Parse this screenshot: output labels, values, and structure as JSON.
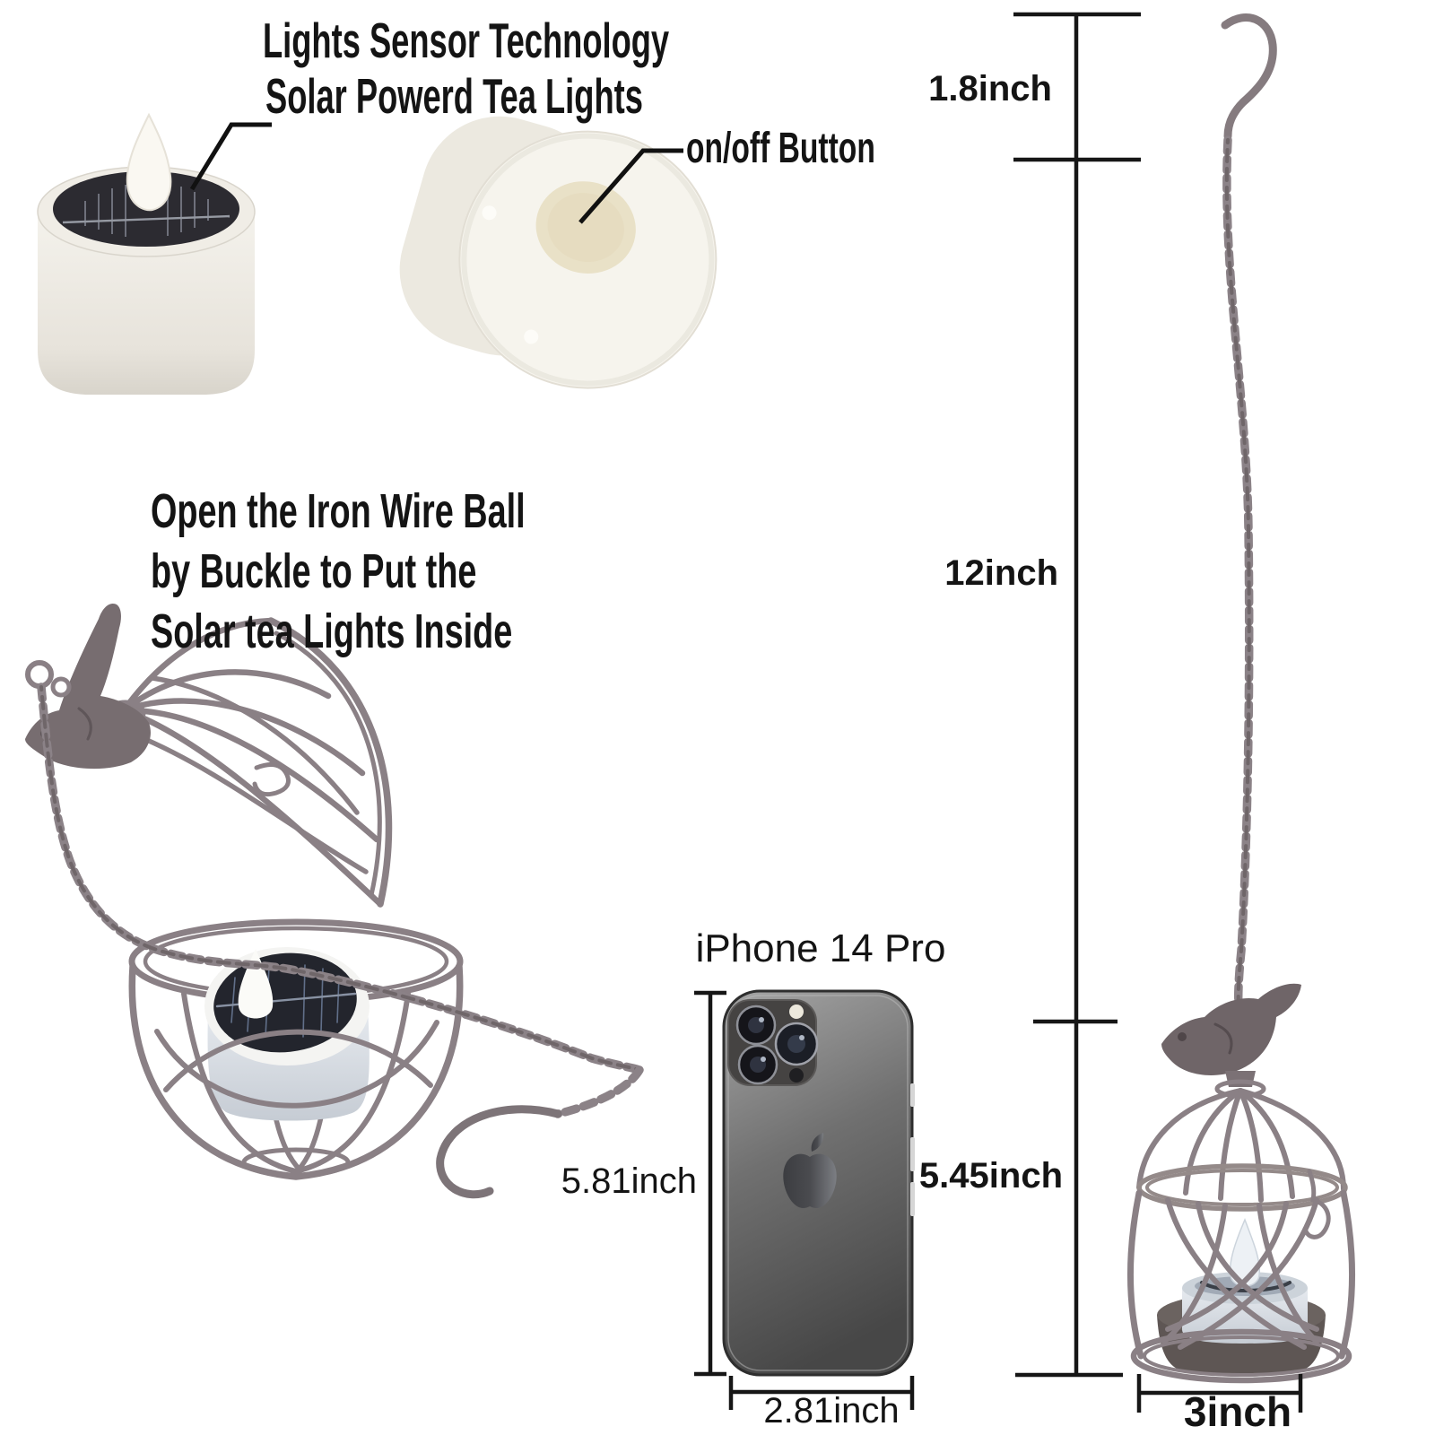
{
  "annotations": {
    "tealight_feature": {
      "line1": "Lights Sensor Technology",
      "line2": "Solar Powerd Tea Lights"
    },
    "onoff_label": "on/off Button",
    "open_ball_instruction": {
      "line1": "Open the Iron Wire Ball",
      "line2": "by Buckle to Put the",
      "line3": "Solar tea Lights Inside"
    },
    "iphone_label": "iPhone 14 Pro"
  },
  "dimensions": {
    "hook_height": "1.8inch",
    "chain_length": "12inch",
    "cage_height": "5.45inch",
    "cage_width": "3inch",
    "iphone_height": "5.81inch",
    "iphone_width": "2.81inch"
  },
  "colors": {
    "background": "#ffffff",
    "text": "#141414",
    "dimension_lines": "#161616",
    "wire_metal": "#8a8085",
    "chain_metal": "#8b8287",
    "bird_figurine": "#6f6568",
    "solar_panel": "#2c2b31",
    "tealight_body": "#f0ede6",
    "onoff_button": "#e9e1c7",
    "blue_tealight": "#dde3e9",
    "tealight_cup": "#5e5654",
    "iphone_graphite_top": "#a3a3a3",
    "iphone_graphite_bottom": "#474747"
  }
}
